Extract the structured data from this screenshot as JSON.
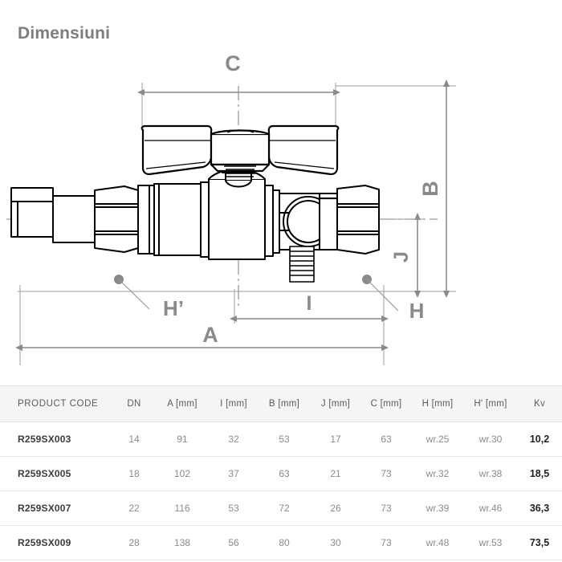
{
  "page": {
    "title": "Dimensiuni"
  },
  "drawing": {
    "name": "ball-valve-dimension-drawing",
    "line_color": "#000000",
    "dimension_color": "#8a8a8a",
    "centerline_color": "#9a9a9a",
    "labels": {
      "C": "C",
      "B": "B",
      "J": "J",
      "A": "A",
      "I": "I",
      "H": "H",
      "H_prime": "H’"
    }
  },
  "table": {
    "columns": [
      "PRODUCT CODE",
      "DN",
      "A [mm]",
      "I [mm]",
      "B [mm]",
      "J [mm]",
      "C [mm]",
      "H [mm]",
      "H' [mm]",
      "Kv"
    ],
    "rows": [
      {
        "code": "R259SX003",
        "dn": "14",
        "a": "91",
        "i": "32",
        "b": "53",
        "j": "17",
        "c": "63",
        "h": "wr.25",
        "hp": "wr.30",
        "kv": "10,2"
      },
      {
        "code": "R259SX005",
        "dn": "18",
        "a": "102",
        "i": "37",
        "b": "63",
        "j": "21",
        "c": "73",
        "h": "wr.32",
        "hp": "wr.38",
        "kv": "18,5"
      },
      {
        "code": "R259SX007",
        "dn": "22",
        "a": "116",
        "i": "53",
        "b": "72",
        "j": "26",
        "c": "73",
        "h": "wr.39",
        "hp": "wr.46",
        "kv": "36,3"
      },
      {
        "code": "R259SX009",
        "dn": "28",
        "a": "138",
        "i": "56",
        "b": "80",
        "j": "30",
        "c": "73",
        "h": "wr.48",
        "hp": "wr.53",
        "kv": "73,5"
      }
    ]
  }
}
